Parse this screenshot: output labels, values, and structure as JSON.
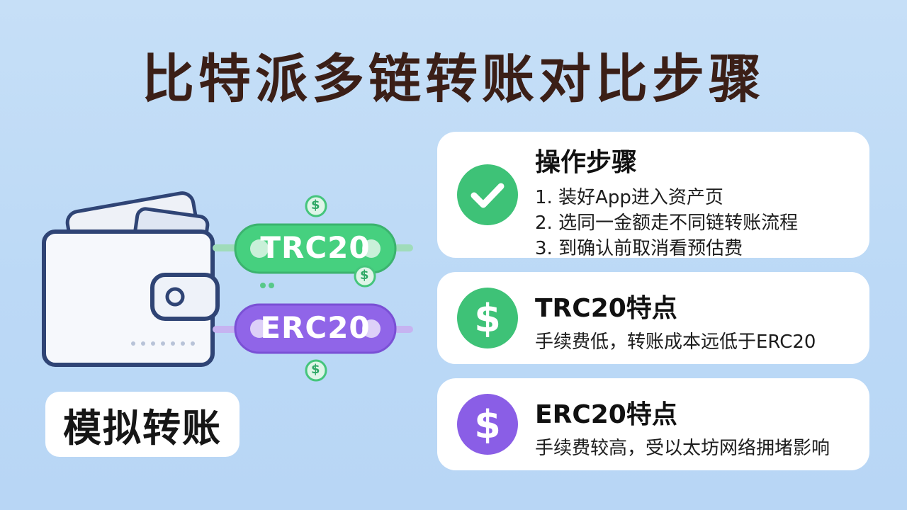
{
  "title": "比特派多链转账对比步骤",
  "illustration": {
    "chains": [
      {
        "label": "TRC20",
        "color": "#3fcf7c"
      },
      {
        "label": "ERC20",
        "color": "#8f63e6"
      }
    ],
    "coin_symbol": "$",
    "simulate_label": "模拟转账"
  },
  "cards": [
    {
      "icon": "check-icon",
      "color": "#3ec277",
      "title": "操作步骤",
      "lines": [
        "1. 装好App进入资产页",
        "2. 选同一金额走不同链转账流程",
        "3. 到确认前取消看预估费"
      ]
    },
    {
      "icon": "dollar-icon",
      "color": "#3ec277",
      "title": "TRC20特点",
      "lines": [
        "手续费低，转账成本远低于ERC20"
      ]
    },
    {
      "icon": "dollar-icon",
      "color": "#8a5ee6",
      "title": "ERC20特点",
      "lines": [
        "手续费较高，受以太坊网络拥堵影响"
      ]
    }
  ]
}
